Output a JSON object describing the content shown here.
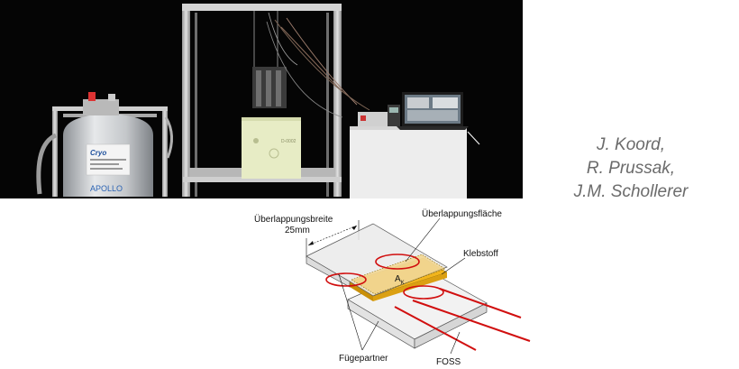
{
  "photo": {
    "dewar_brand": "Cryo",
    "dewar_model": "APOLLO",
    "chamber_label": "D-0002"
  },
  "authors": [
    "J. Koord,",
    "R. Prussak,",
    "J.M. Schollerer"
  ],
  "diagram": {
    "overlap_width_label": "Überlappungsbreite",
    "overlap_width_value": "25mm",
    "overlap_area_label": "Überlappungsfläche",
    "adhesive_label": "Klebstoff",
    "area_symbol": "A",
    "area_subscript": "K",
    "adherend_label": "Fügepartner",
    "fiber_label": "FOSS"
  },
  "colors": {
    "background": "#ffffff",
    "photo_background": "#050505",
    "author_text": "#6b6b6b",
    "adhesive": "#f2b51c",
    "fiber": "#d10f0f"
  }
}
